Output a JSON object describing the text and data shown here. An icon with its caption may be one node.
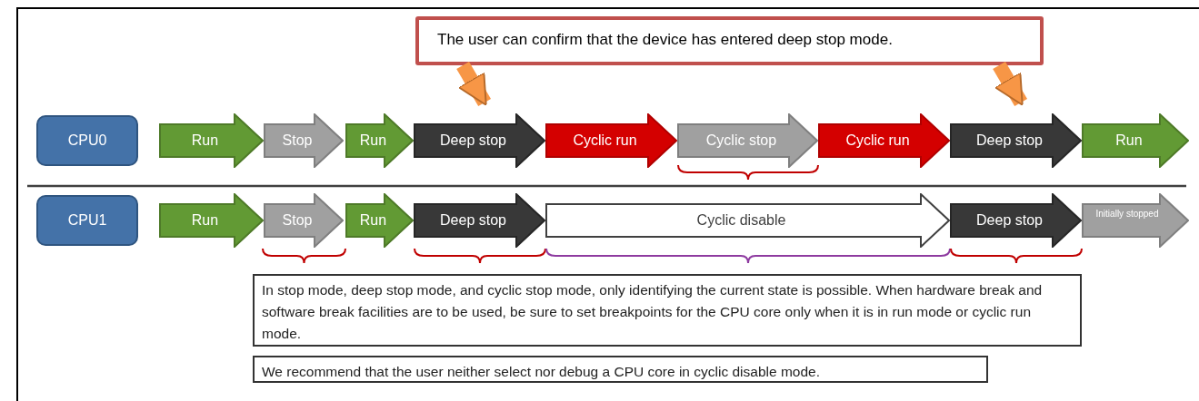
{
  "diagram": {
    "nodes": [
      {
        "text": [
          "CPU0"
        ]
      },
      {
        "text": [
          "The user can confirm that the device has entered deep stop mode."
        ]
      },
      {
        "text": [
          "Run"
        ]
      },
      {
        "text": [
          "Stop"
        ]
      },
      {
        "text": [
          "Run"
        ]
      },
      {
        "text": [
          "Deep stop"
        ]
      },
      {
        "text": [
          "Cyclic run"
        ]
      },
      {
        "text": [
          "Cyclic stop"
        ]
      },
      {
        "text": [
          "Cyclic run"
        ]
      },
      {
        "text": [
          "Deep stop"
        ]
      },
      {
        "text": [
          "Run"
        ]
      },
      {
        "text": [
          "CPU1"
        ]
      },
      {
        "text": [
          "Run"
        ]
      },
      {
        "text": [
          "Stop"
        ]
      },
      {
        "text": [
          "Run"
        ]
      },
      {
        "text": [
          "Deep stop"
        ]
      },
      {
        "text": [
          "Cyclic disable"
        ]
      },
      {
        "text": [
          "Deep stop"
        ]
      },
      {
        "text": [
          "Initially stopped"
        ]
      },
      {
        "text": [
          "In stop mode, deep stop mode, and cyclic stop mode, only identifying the current state is possible. When hardware break and software break facilities are to be used, be sure to set breakpoints for the CPU core only when it is in run mode or cyclic run mode."
        ]
      },
      {
        "text": [
          "We recommend that the user neither select nor debug a CPU core in cyclic disable mode."
        ]
      }
    ],
    "edges": [
      {
        "from": 1,
        "to": 5,
        "arrow": "to"
      },
      {
        "from": 1,
        "to": 9,
        "arrow": "to"
      }
    ]
  }
}
